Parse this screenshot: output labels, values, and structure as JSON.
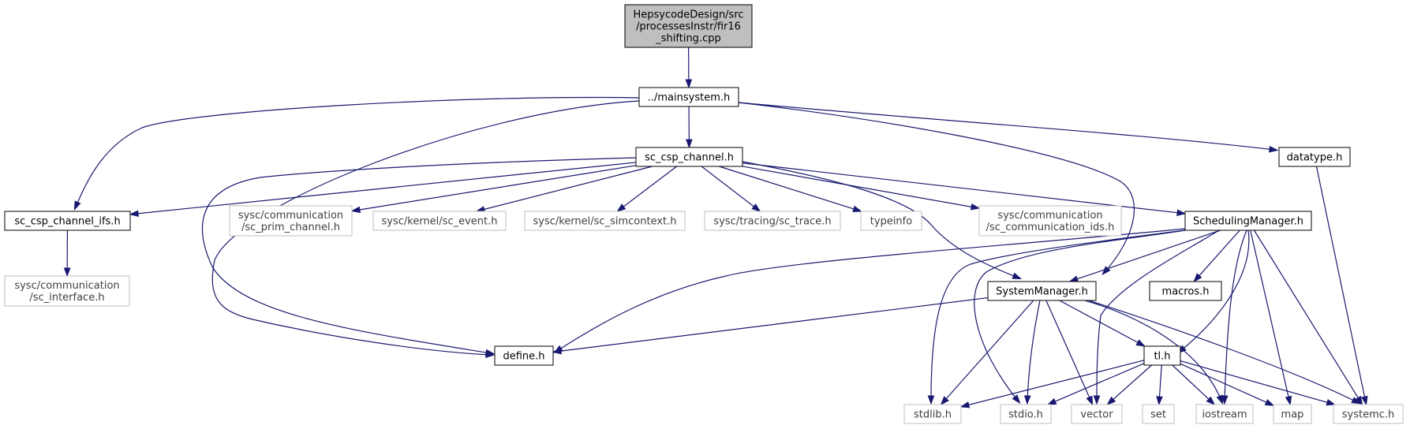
{
  "diagram": {
    "title": "",
    "colors": {
      "edge": "#191970",
      "root_fill": "#bfbfbf",
      "node_stroke": "#000000",
      "external_stroke": "#bfbfbf",
      "external_text": "#404040"
    },
    "nodes": [
      {
        "id": "root",
        "lines": [
          "HepsycodeDesign/src",
          "/processesInstr/fir16",
          "_shifting.cpp"
        ],
        "kind": "root"
      },
      {
        "id": "mainsystem",
        "lines": [
          "../mainsystem.h"
        ],
        "kind": "internal"
      },
      {
        "id": "sc_csp_channel",
        "lines": [
          "sc_csp_channel.h"
        ],
        "kind": "internal"
      },
      {
        "id": "datatype",
        "lines": [
          "datatype.h"
        ],
        "kind": "internal"
      },
      {
        "id": "sc_csp_channel_ifs",
        "lines": [
          "sc_csp_channel_ifs.h"
        ],
        "kind": "internal"
      },
      {
        "id": "sc_prim_channel",
        "lines": [
          "sysc/communication",
          "/sc_prim_channel.h"
        ],
        "kind": "external"
      },
      {
        "id": "sc_event",
        "lines": [
          "sysc/kernel/sc_event.h"
        ],
        "kind": "external"
      },
      {
        "id": "sc_simcontext",
        "lines": [
          "sysc/kernel/sc_simcontext.h"
        ],
        "kind": "external"
      },
      {
        "id": "sc_trace",
        "lines": [
          "sysc/tracing/sc_trace.h"
        ],
        "kind": "external"
      },
      {
        "id": "typeinfo",
        "lines": [
          "typeinfo"
        ],
        "kind": "external"
      },
      {
        "id": "sc_communication_ids",
        "lines": [
          "sysc/communication",
          "/sc_communication_ids.h"
        ],
        "kind": "external"
      },
      {
        "id": "SchedulingManager",
        "lines": [
          "SchedulingManager.h"
        ],
        "kind": "internal"
      },
      {
        "id": "sc_interface",
        "lines": [
          "sysc/communication",
          "/sc_interface.h"
        ],
        "kind": "external"
      },
      {
        "id": "SystemManager",
        "lines": [
          "SystemManager.h"
        ],
        "kind": "internal"
      },
      {
        "id": "macros",
        "lines": [
          "macros.h"
        ],
        "kind": "internal"
      },
      {
        "id": "define",
        "lines": [
          "define.h"
        ],
        "kind": "internal"
      },
      {
        "id": "tl",
        "lines": [
          "tl.h"
        ],
        "kind": "internal"
      },
      {
        "id": "stdlib",
        "lines": [
          "stdlib.h"
        ],
        "kind": "external"
      },
      {
        "id": "stdio",
        "lines": [
          "stdio.h"
        ],
        "kind": "external"
      },
      {
        "id": "vector",
        "lines": [
          "vector"
        ],
        "kind": "external"
      },
      {
        "id": "set",
        "lines": [
          "set"
        ],
        "kind": "external"
      },
      {
        "id": "iostream",
        "lines": [
          "iostream"
        ],
        "kind": "external"
      },
      {
        "id": "map",
        "lines": [
          "map"
        ],
        "kind": "external"
      },
      {
        "id": "systemc",
        "lines": [
          "systemc.h"
        ],
        "kind": "external"
      }
    ],
    "edges": [
      [
        "root",
        "mainsystem"
      ],
      [
        "mainsystem",
        "sc_csp_channel"
      ],
      [
        "mainsystem",
        "datatype"
      ],
      [
        "mainsystem",
        "sc_csp_channel_ifs"
      ],
      [
        "mainsystem",
        "define"
      ],
      [
        "mainsystem",
        "SystemManager"
      ],
      [
        "sc_csp_channel",
        "sc_csp_channel_ifs"
      ],
      [
        "sc_csp_channel",
        "sc_prim_channel"
      ],
      [
        "sc_csp_channel",
        "sc_event"
      ],
      [
        "sc_csp_channel",
        "sc_simcontext"
      ],
      [
        "sc_csp_channel",
        "sc_trace"
      ],
      [
        "sc_csp_channel",
        "typeinfo"
      ],
      [
        "sc_csp_channel",
        "sc_communication_ids"
      ],
      [
        "sc_csp_channel",
        "SchedulingManager"
      ],
      [
        "sc_csp_channel",
        "SystemManager"
      ],
      [
        "sc_csp_channel",
        "define"
      ],
      [
        "sc_csp_channel_ifs",
        "sc_interface"
      ],
      [
        "datatype",
        "systemc"
      ],
      [
        "SchedulingManager",
        "SystemManager"
      ],
      [
        "SchedulingManager",
        "macros"
      ],
      [
        "SchedulingManager",
        "define"
      ],
      [
        "SchedulingManager",
        "tl"
      ],
      [
        "SchedulingManager",
        "stdlib"
      ],
      [
        "SchedulingManager",
        "stdio"
      ],
      [
        "SchedulingManager",
        "vector"
      ],
      [
        "SchedulingManager",
        "iostream"
      ],
      [
        "SchedulingManager",
        "map"
      ],
      [
        "SchedulingManager",
        "systemc"
      ],
      [
        "SystemManager",
        "define"
      ],
      [
        "SystemManager",
        "tl"
      ],
      [
        "SystemManager",
        "stdlib"
      ],
      [
        "SystemManager",
        "stdio"
      ],
      [
        "SystemManager",
        "vector"
      ],
      [
        "SystemManager",
        "iostream"
      ],
      [
        "SystemManager",
        "systemc"
      ],
      [
        "tl",
        "stdlib"
      ],
      [
        "tl",
        "stdio"
      ],
      [
        "tl",
        "vector"
      ],
      [
        "tl",
        "set"
      ],
      [
        "tl",
        "iostream"
      ],
      [
        "tl",
        "map"
      ],
      [
        "tl",
        "systemc"
      ]
    ]
  }
}
